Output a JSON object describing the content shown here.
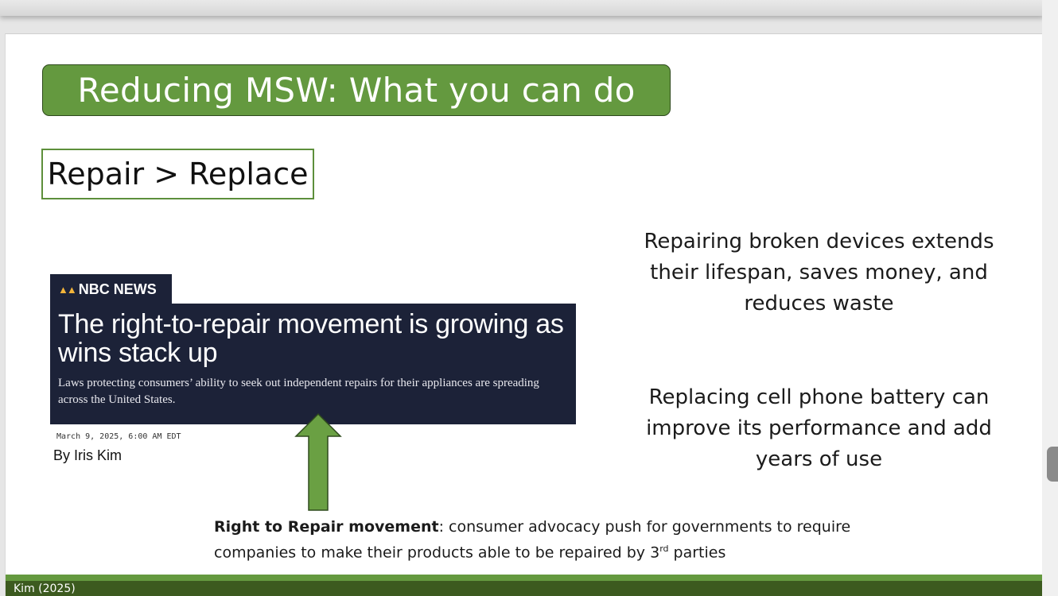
{
  "slide": {
    "title": "Reducing MSW: What you can do",
    "subtitle": "Repair > Replace",
    "right_text_1": "Repairing broken devices extends their lifespan, saves money, and reduces waste",
    "right_text_2": "Replacing cell phone battery can improve its performance and add years of use",
    "article": {
      "brand": "NBC NEWS",
      "brand_icon": "peacock-icon",
      "headline": "The right-to-repair movement is growing as wins stack up",
      "dek": "Laws protecting consumers’ ability to seek out independent repairs for their appliances are spreading across the United States.",
      "dateline": "March 9, 2025, 6:00 AM EDT",
      "byline": "By Iris Kim"
    },
    "note": {
      "term": "Right to Repair movement",
      "definition_part1": ": consumer advocacy push for governments to require companies to make their products able to be repaired by 3",
      "definition_sup": "rd",
      "definition_part2": " parties"
    },
    "footer": "Kim (2025)"
  },
  "colors": {
    "accent_green": "#64993f",
    "dark_green": "#3c5a1f",
    "navy": "#1c2238"
  }
}
